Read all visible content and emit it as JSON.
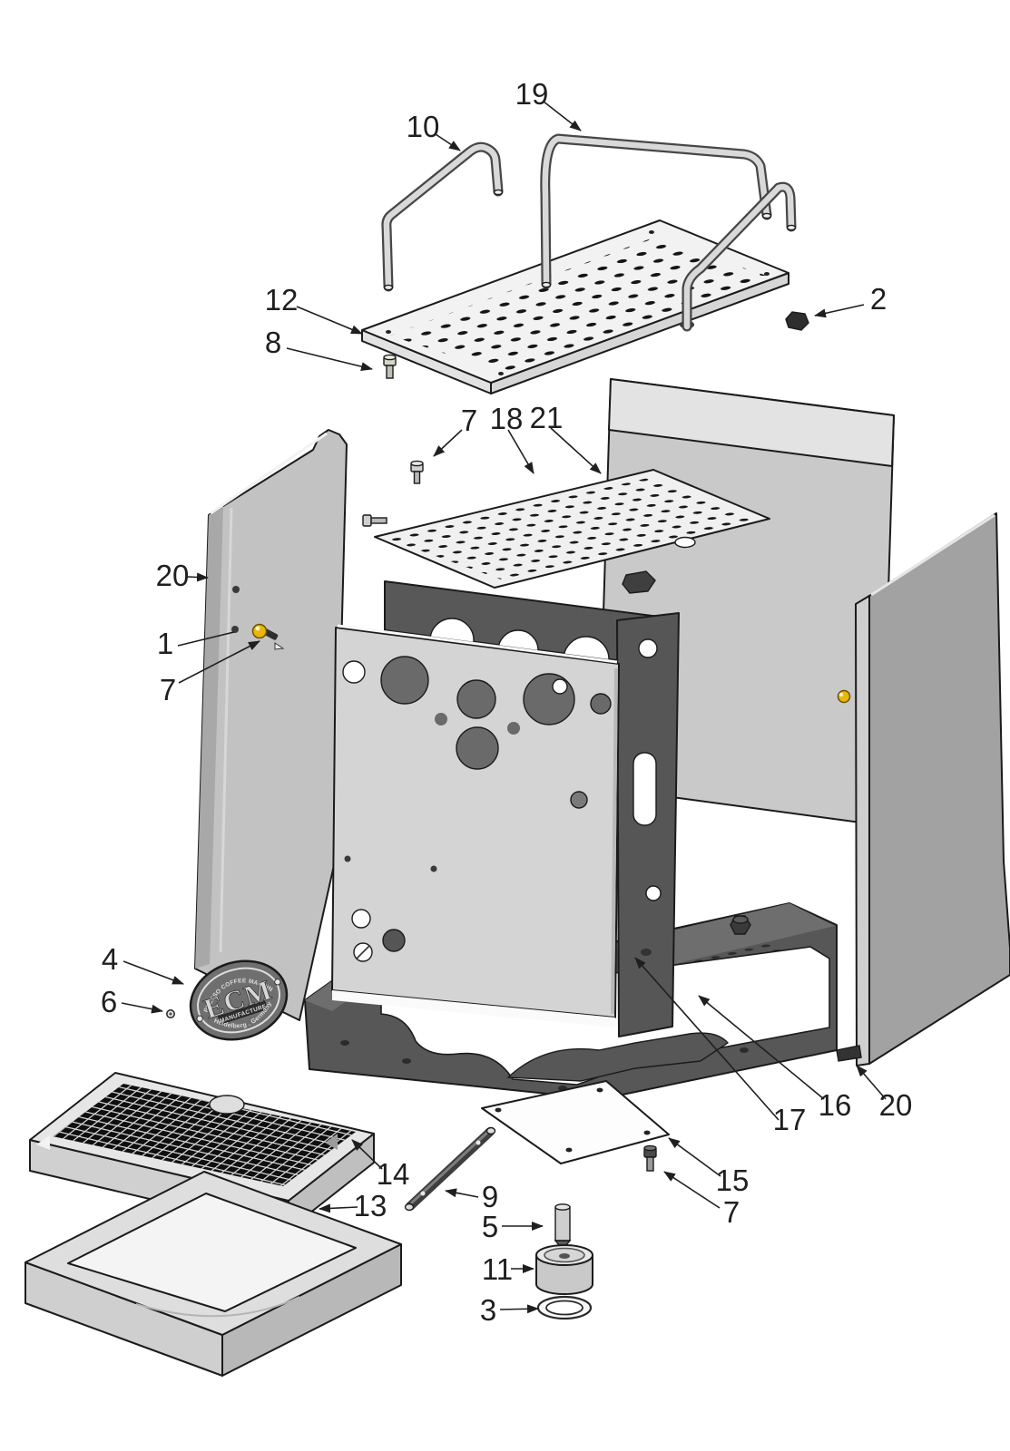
{
  "diagram": {
    "type": "exploded-parts-diagram",
    "subject": "espresso machine housing assembly",
    "badge": {
      "top_arc": "ESPRESSO COFFEE MACHINES",
      "brand": "ECM",
      "banner": "MANUFACTURE",
      "bottom_arc": "Heidelberg . Germany"
    },
    "colors": {
      "line": "#1b1b1b",
      "panel_light": "#d4d4d4",
      "panel_mid": "#c2c2c2",
      "panel_dark": "#a2a2a2",
      "frame_dark": "#575757",
      "grate_black": "#0f0f0f",
      "grommet_gold": "#e8b70a",
      "label_text": "#1f1f1f"
    },
    "callouts": [
      {
        "label": "19"
      },
      {
        "label": "10"
      },
      {
        "label": "12"
      },
      {
        "label": "8"
      },
      {
        "label": "2"
      },
      {
        "label": "7"
      },
      {
        "label": "18"
      },
      {
        "label": "21"
      },
      {
        "label": "20"
      },
      {
        "label": "1"
      },
      {
        "label": "7"
      },
      {
        "label": "4"
      },
      {
        "label": "6"
      },
      {
        "label": "14"
      },
      {
        "label": "13"
      },
      {
        "label": "9"
      },
      {
        "label": "5"
      },
      {
        "label": "11"
      },
      {
        "label": "3"
      },
      {
        "label": "15"
      },
      {
        "label": "7"
      },
      {
        "label": "17"
      },
      {
        "label": "16"
      },
      {
        "label": "20"
      }
    ]
  }
}
